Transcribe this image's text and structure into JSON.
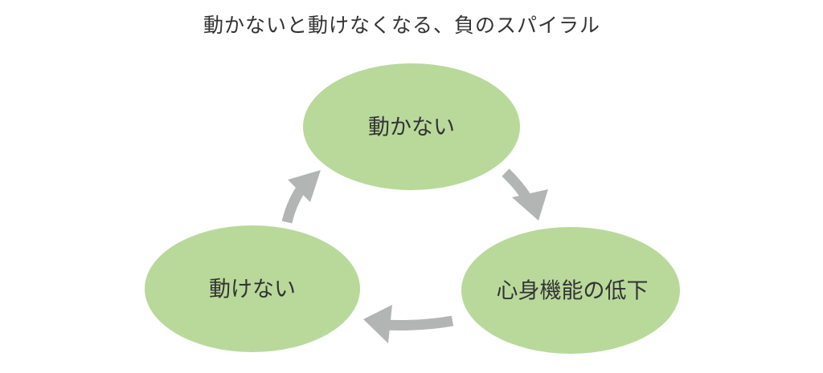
{
  "title": "動かないと動けなくなる、負のスパイラル",
  "colors": {
    "node_fill": "#b9d99b",
    "arrow": "#b3b5b4",
    "text": "#333333"
  },
  "nodes": [
    {
      "id": "top",
      "label": "動かない"
    },
    {
      "id": "right",
      "label": "心身機能の低下"
    },
    {
      "id": "left",
      "label": "動けない"
    }
  ],
  "edges": [
    {
      "from": "top",
      "to": "right"
    },
    {
      "from": "right",
      "to": "left"
    },
    {
      "from": "left",
      "to": "top"
    }
  ]
}
